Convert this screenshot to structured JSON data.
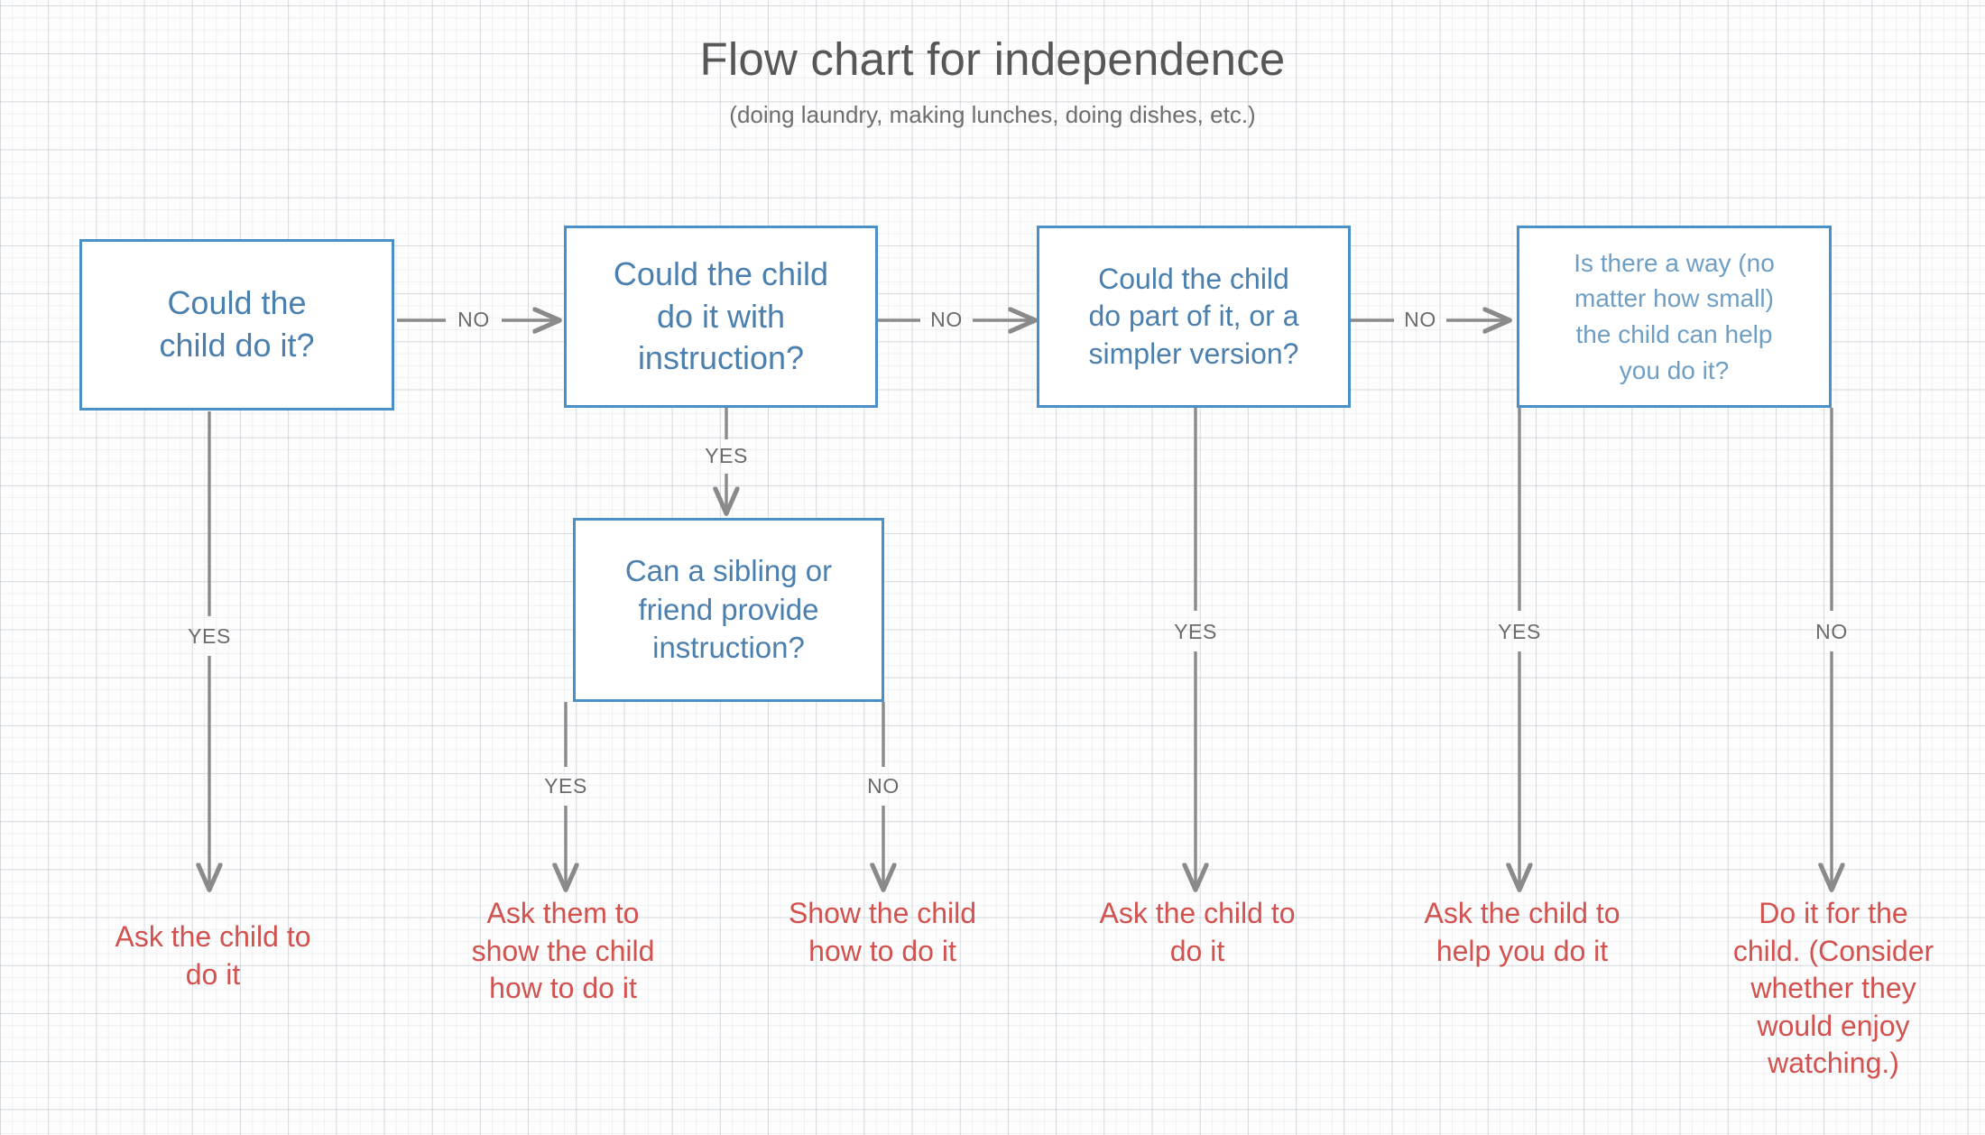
{
  "header": {
    "title": "Flow chart for independence",
    "subtitle": "(doing laundry, making lunches, doing dishes, etc.)"
  },
  "colors": {
    "box_border": "#4a8fc8",
    "box_text": "#4a7fae",
    "outcome_text": "#d1524f",
    "connector": "#8a8a8a",
    "title_text": "#575757",
    "grid": "#e3e7ea"
  },
  "nodes": [
    {
      "id": "q1",
      "label": "Could the\nchild do it?"
    },
    {
      "id": "q2",
      "label": "Could the child\ndo it with\ninstruction?"
    },
    {
      "id": "q3",
      "label": "Could the child\ndo part of it, or a\nsimpler version?"
    },
    {
      "id": "q4",
      "label": "Is there a way (no\nmatter how small)\nthe child can help\nyou do it?"
    },
    {
      "id": "q5",
      "label": "Can a sibling or\nfriend provide\ninstruction?"
    }
  ],
  "edge_labels": {
    "q1_to_q2": "NO",
    "q2_to_q3": "NO",
    "q3_to_q4": "NO",
    "q1_yes": "YES",
    "q2_yes": "YES",
    "q5_yes": "YES",
    "q5_no": "NO",
    "q3_yes": "YES",
    "q4_yes": "YES",
    "q4_no": "NO"
  },
  "outcomes": [
    {
      "id": "o1",
      "label": "Ask the child to\ndo it"
    },
    {
      "id": "o2",
      "label": "Ask them to\nshow the child\nhow to do it"
    },
    {
      "id": "o3",
      "label": "Show the child\nhow to do it"
    },
    {
      "id": "o4",
      "label": "Ask the child to\ndo it"
    },
    {
      "id": "o5",
      "label": "Ask the child to\nhelp you do it"
    },
    {
      "id": "o6",
      "label": "Do it for the\nchild. (Consider\nwhether they\nwould enjoy\nwatching.)"
    }
  ],
  "chart_data": {
    "type": "diagram",
    "title": "Flow chart for independence",
    "subtitle": "(doing laundry, making lunches, doing dishes, etc.)",
    "edges": [
      {
        "from": "q1",
        "to": "q2",
        "label": "NO"
      },
      {
        "from": "q1",
        "to": "o1",
        "label": "YES"
      },
      {
        "from": "q2",
        "to": "q3",
        "label": "NO"
      },
      {
        "from": "q2",
        "to": "q5",
        "label": "YES"
      },
      {
        "from": "q5",
        "to": "o2",
        "label": "YES"
      },
      {
        "from": "q5",
        "to": "o3",
        "label": "NO"
      },
      {
        "from": "q3",
        "to": "q4",
        "label": "NO"
      },
      {
        "from": "q3",
        "to": "o4",
        "label": "YES"
      },
      {
        "from": "q4",
        "to": "o5",
        "label": "YES"
      },
      {
        "from": "q4",
        "to": "o6",
        "label": "NO"
      }
    ]
  }
}
